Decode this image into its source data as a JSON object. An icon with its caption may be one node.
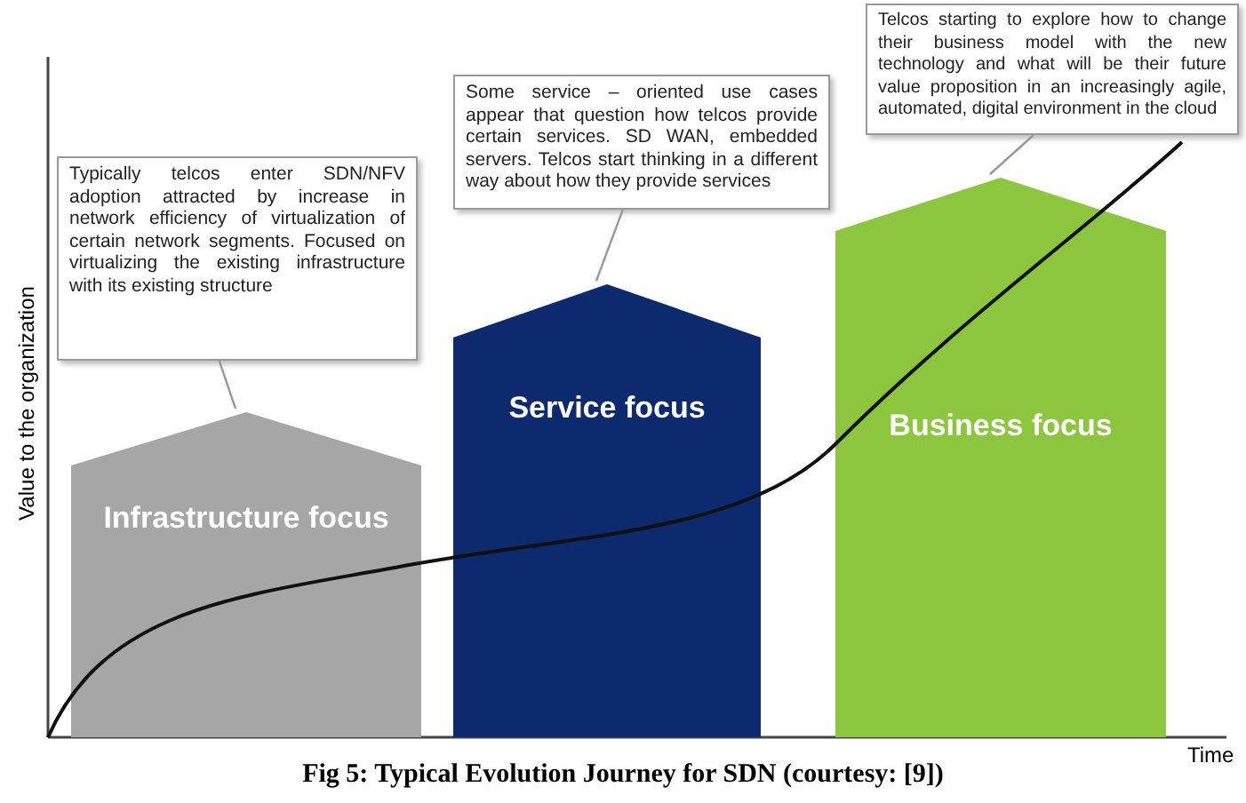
{
  "diagram": {
    "caption": "Fig 5: Typical Evolution Journey for SDN (courtesy: [9])",
    "nodes": [
      {
        "text": [
          "Typically telcos enter SDN/NFV adoption attracted by increase in network efficiency of virtualization of certain network segments. Focused on virtualizing the existing infrastructure with its existing structure"
        ]
      },
      {
        "text": [
          "Some service – oriented use cases appear that question how telcos provide certain services. SD WAN, embedded servers. Telcos start thinking in a different way about how they provide services"
        ]
      },
      {
        "text": [
          "Telcos starting to explore how to change their business model with the new technology and what will be their future value proposition in an increasingly agile, automated, digital environment in the cloud"
        ]
      },
      {
        "text": [
          "Infrastructure focus"
        ]
      },
      {
        "text": [
          "Service focus"
        ]
      },
      {
        "text": [
          "Business focus"
        ]
      }
    ],
    "edges": [
      {
        "from": 0,
        "to": 3,
        "arrow": "none"
      },
      {
        "from": 1,
        "to": 4,
        "arrow": "none"
      },
      {
        "from": 2,
        "to": 5,
        "arrow": "none"
      }
    ],
    "labels": [
      "Value to the organization",
      "Time"
    ]
  }
}
